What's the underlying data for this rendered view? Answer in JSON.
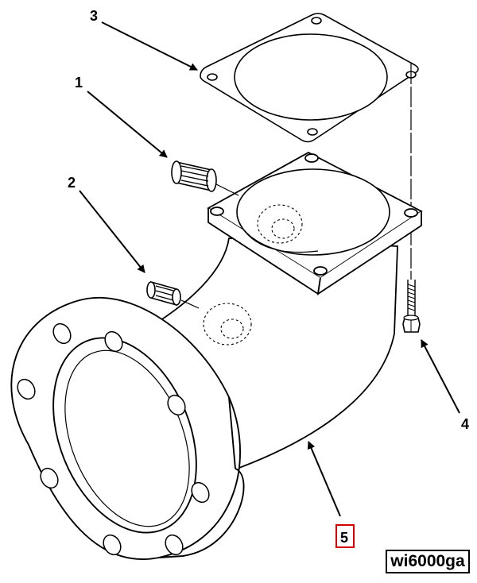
{
  "figure_id": "wi6000ga",
  "callouts": [
    {
      "label": "1"
    },
    {
      "label": "2"
    },
    {
      "label": "3"
    },
    {
      "label": "4"
    },
    {
      "label": "5",
      "highlighted": true
    }
  ],
  "colors": {
    "ink": "#000000",
    "highlight": "#d40000",
    "background": "#ffffff"
  }
}
